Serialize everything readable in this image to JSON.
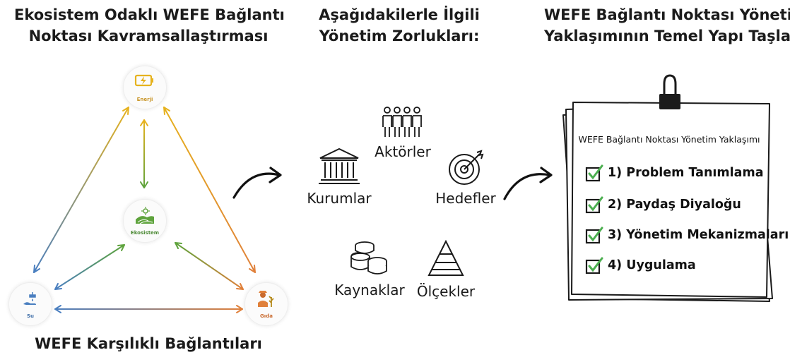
{
  "headings": {
    "left_line1": "Ekosistem Odaklı WEFE Bağlantı",
    "left_line2": "Noktası Kavramsallaştırması",
    "mid_line1": "Aşağıdakilerle İlgili",
    "mid_line2": "Yönetim Zorlukları:",
    "right_line1": "WEFE Bağlantı Noktası Yönetim",
    "right_line2": "Yaklaşımının Temel Yapı Taşları",
    "bottom": "WEFE Karşılıklı Bağlantıları"
  },
  "nodes": {
    "energy": "Enerji",
    "ecosystem": "Ekosistem",
    "water": "Su",
    "food": "Gıda"
  },
  "challenges": {
    "actors": "Aktörler",
    "institutions": "Kurumlar",
    "goals": "Hedefler",
    "resources": "Kaynaklar",
    "scales": "Ölçekler"
  },
  "clipboard": {
    "title": "WEFE Bağlantı Noktası Yönetim Yaklaşımı",
    "steps": [
      "1) Problem Tanımlama",
      "2) Paydaş Diyaloğu",
      "3) Yönetim Mekanizmaları",
      "4) Uygulama"
    ]
  },
  "colors": {
    "energy": "#e6b21e",
    "water": "#4a7fc0",
    "food": "#e0803a",
    "ecosystem": "#5ea33c",
    "check": "#4caf50"
  }
}
